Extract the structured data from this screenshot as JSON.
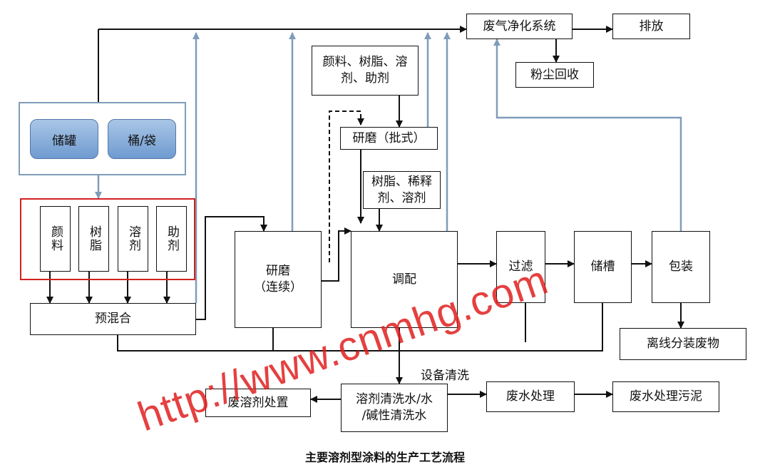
{
  "colors": {
    "line": "#111111",
    "blue_line": "#7f9db9",
    "red_frame": "#d32020",
    "watermark": "#e11e1e"
  },
  "nodes": {
    "exhaust_purification": "废气净化系统",
    "discharge": "排放",
    "dust_recovery": "粉尘回收",
    "batch_inputs": "颜料、树脂、溶\n剂、助剂",
    "batch_grinding": "研磨（批式）",
    "resin_diluent": "树脂、稀释\n剂、溶剂",
    "storage_tank": "储罐",
    "bucket_bag": "桶/袋",
    "pigment": "颜料",
    "resin": "树脂",
    "solvent": "溶剂",
    "additive": "助剂",
    "premix": "预混合",
    "continuous_grinding": "研磨\n（连续）",
    "blending": "调配",
    "filtration": "过滤",
    "storage_slot": "储槽",
    "packaging": "包装",
    "offline_packaging_waste": "离线分装废物",
    "equipment_cleaning": "设备清洗",
    "waste_solvent_disposal": "废溶剂处置",
    "cleaning_water": "溶剂清洗水/水\n/碱性清洗水",
    "wastewater_treatment": "废水处理",
    "wastewater_sludge": "废水处理污泥"
  },
  "watermark": "http://www.cnmhg.com",
  "caption": "主要溶剂型涂料的生产工艺流程"
}
